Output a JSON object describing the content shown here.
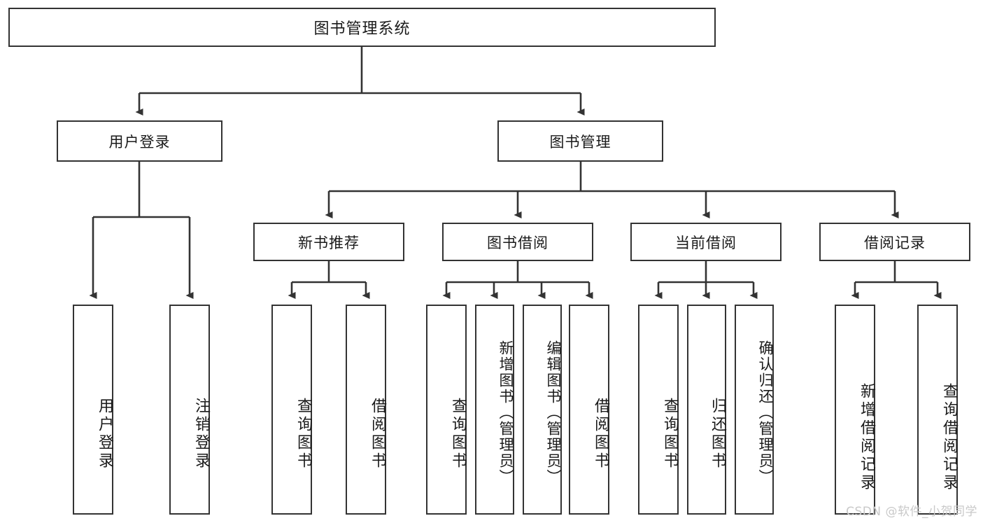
{
  "diagram": {
    "title": "图书管理系统",
    "root": {
      "label": "图书管理系统"
    },
    "level1": [
      {
        "label": "用户登录"
      },
      {
        "label": "图书管理"
      }
    ],
    "level2": [
      {
        "label": "新书推荐"
      },
      {
        "label": "图书借阅"
      },
      {
        "label": "当前借阅"
      },
      {
        "label": "借阅记录"
      }
    ],
    "leaves": {
      "user_login": [
        {
          "label": "用户登录"
        },
        {
          "label": "注销登录"
        }
      ],
      "new_book_recommend": [
        {
          "label": "查询图书"
        },
        {
          "label": "借阅图书"
        }
      ],
      "book_borrow": [
        {
          "label": "查询图书"
        },
        {
          "label": "新增图书（管理员）"
        },
        {
          "label": "编辑图书（管理员）"
        },
        {
          "label": "借阅图书"
        }
      ],
      "current_borrow": [
        {
          "label": "查询图书"
        },
        {
          "label": "归还图书"
        },
        {
          "label": "确认归还（管理员）"
        }
      ],
      "borrow_record": [
        {
          "label": "新增借阅记录"
        },
        {
          "label": "查询借阅记录"
        }
      ]
    }
  },
  "watermark": {
    "text": "CSDN @软件_小贺同学"
  },
  "colors": {
    "border": "#333333",
    "background": "#ffffff",
    "text": "#1a1a1a",
    "watermark": "#c9c9c9"
  }
}
